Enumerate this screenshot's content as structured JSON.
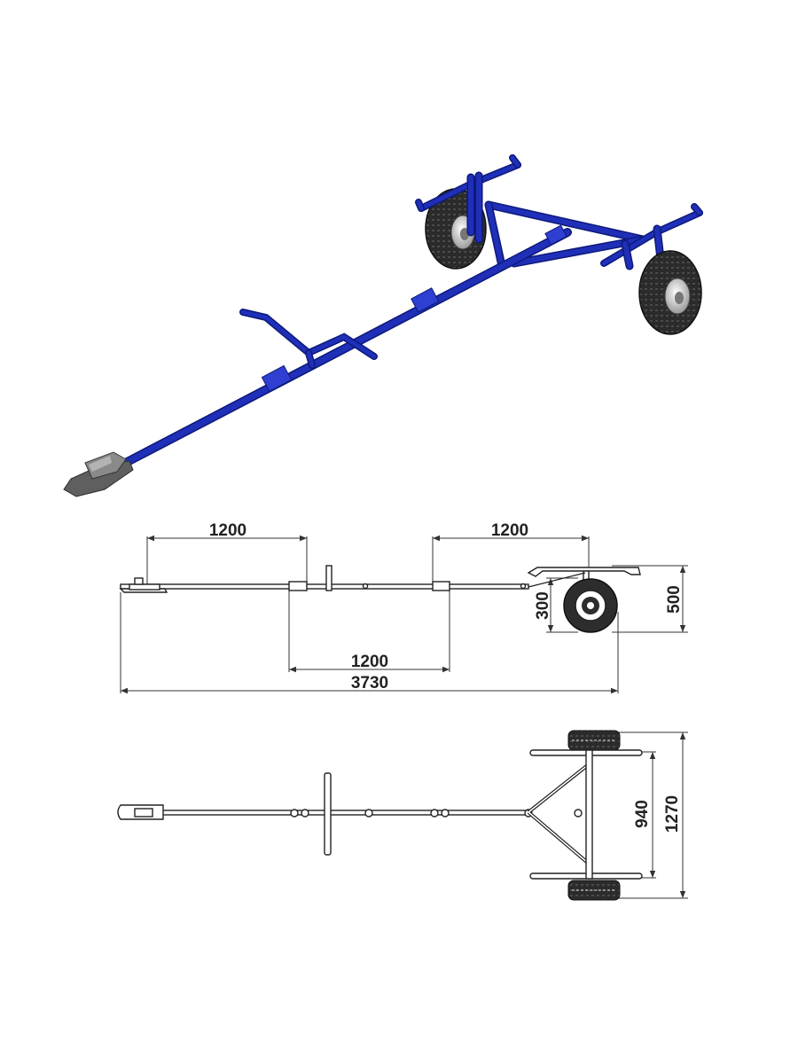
{
  "colors": {
    "frame": "#2f3fd1",
    "frame_dark": "#17238f",
    "tire": "#2e2e2e",
    "coupler": "#6d6d6d",
    "line": "#333333"
  },
  "side_view": {
    "dim_top_left": "1200",
    "dim_top_right": "1200",
    "dim_bottom_mid": "1200",
    "dim_overall": "3730",
    "dim_wheel_radius": "300",
    "dim_height": "500"
  },
  "top_view": {
    "dim_inner": "940",
    "dim_outer": "1270"
  }
}
